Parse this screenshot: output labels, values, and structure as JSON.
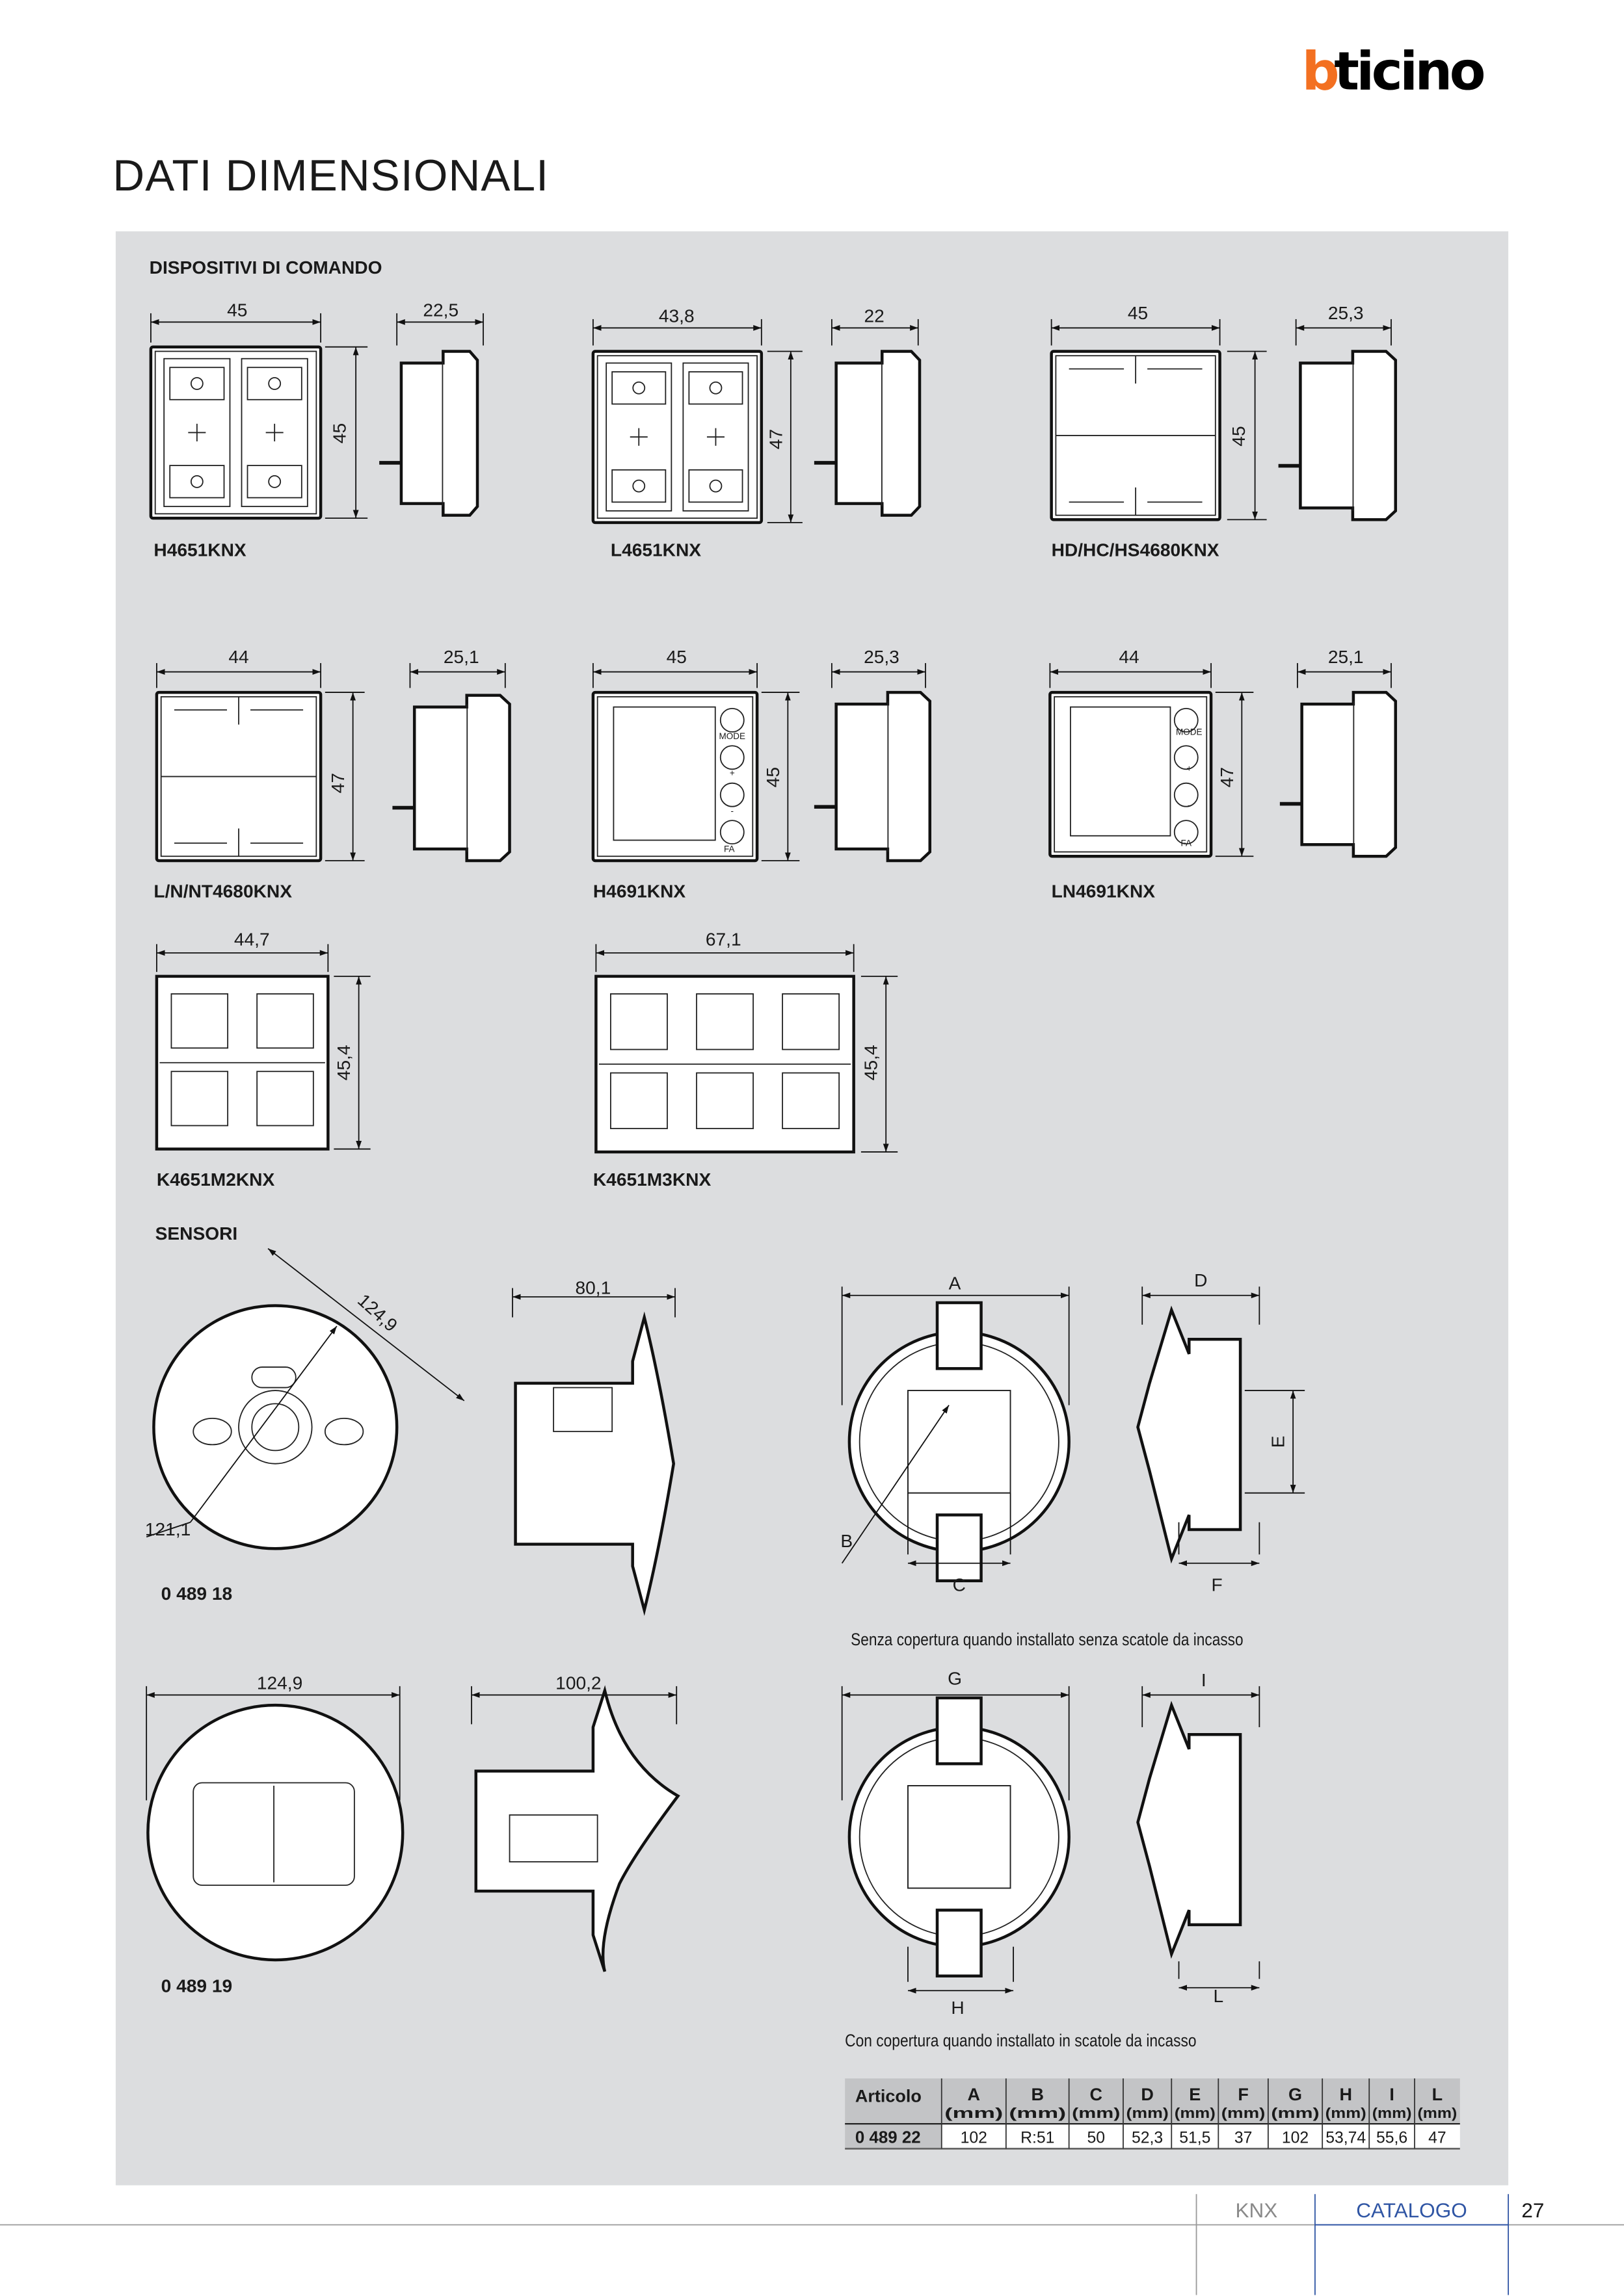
{
  "header": {
    "brand": "bticino",
    "title": "DATI DIMENSIONALI"
  },
  "colors": {
    "brand_orange": "#f37021",
    "panel": "#dcdddf",
    "footer_blue": "#2f55a4"
  },
  "sections": {
    "commands_title": "DISPOSITIVI DI COMANDO",
    "sensors_title": "SENSORI"
  },
  "devices": [
    {
      "code": "H4651KNX",
      "width": "45",
      "height": "45",
      "depth": "22,5"
    },
    {
      "code": "L4651KNX",
      "width": "43,8",
      "height": "47",
      "depth": "22"
    },
    {
      "code": "HD/HC/HS4680KNX",
      "width": "45",
      "height": "45",
      "depth": "25,3"
    },
    {
      "code": "L/N/NT4680KNX",
      "width": "44",
      "height": "47",
      "depth": "25,1"
    },
    {
      "code": "H4691KNX",
      "width": "45",
      "height": "45",
      "depth": "25,3"
    },
    {
      "code": "LN4691KNX",
      "width": "44",
      "height": "47",
      "depth": "25,1"
    },
    {
      "code": "K4651M2KNX",
      "width": "44,7",
      "height": "45,4"
    },
    {
      "code": "K4651M3KNX",
      "width": "67,1",
      "height": "45,4"
    }
  ],
  "thermostat_buttons": [
    "MODE",
    "+",
    "-",
    "FA"
  ],
  "sensors": [
    {
      "code": "0 489 18",
      "diag": "124,9",
      "inner": "121,1",
      "depth": "80,1"
    },
    {
      "code": "0 489 19",
      "width": "124,9",
      "depth": "100,2"
    }
  ],
  "flush_sensor": {
    "letters": [
      "A",
      "B",
      "C",
      "D",
      "E",
      "F",
      "G",
      "H",
      "I",
      "L"
    ],
    "caption_without": "Senza copertura quando installato senza scatole da incasso",
    "caption_with": "Con copertura quando installato in scatole da incasso"
  },
  "table": {
    "header_label": "Articolo",
    "columns": [
      "A",
      "B",
      "C",
      "D",
      "E",
      "F",
      "G",
      "H",
      "I",
      "L"
    ],
    "unit": "(mm)",
    "rows": [
      {
        "articolo": "0 489 22",
        "values": [
          "102",
          "R:51",
          "50",
          "52,3",
          "51,5",
          "37",
          "102",
          "53,74",
          "55,6",
          "47"
        ]
      }
    ]
  },
  "footer": {
    "section": "KNX",
    "catalog": "CATALOGO",
    "page": "27"
  }
}
